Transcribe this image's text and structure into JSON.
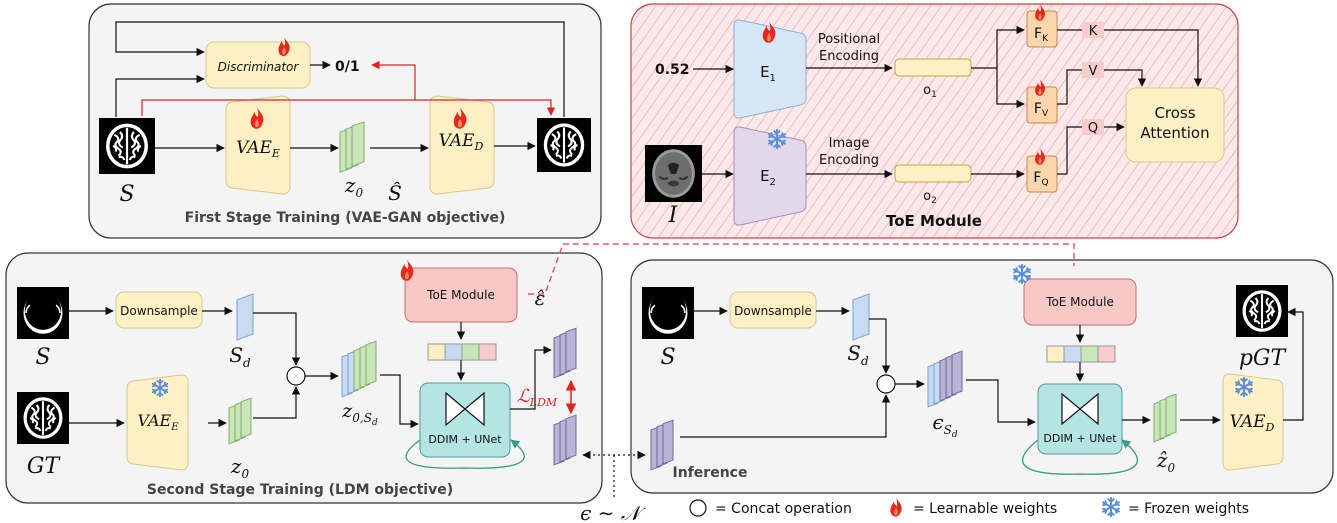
{
  "panels": {
    "first_stage": {
      "caption": "First Stage Training (VAE-GAN objective)",
      "discriminator": "Discriminator",
      "output": "0/1",
      "vae_enc": [
        "VAE",
        "E"
      ],
      "vae_dec": [
        "VAE",
        "D"
      ],
      "input": "S",
      "latent": [
        "z",
        "0"
      ],
      "recon": "Ŝ"
    },
    "toe": {
      "caption": "ToE Module",
      "scalar_input": "0.52",
      "image_input": "I",
      "e1": [
        "E",
        "1"
      ],
      "e2": [
        "E",
        "2"
      ],
      "pos_enc": [
        "Positional",
        "Encoding"
      ],
      "img_enc": [
        "Image",
        "Encoding"
      ],
      "o1": [
        "o",
        "1"
      ],
      "o2": [
        "o",
        "2"
      ],
      "fk": [
        "F",
        "K"
      ],
      "fv": [
        "F",
        "V"
      ],
      "fq": [
        "F",
        "Q"
      ],
      "k": "K",
      "v": "V",
      "q": "Q",
      "cross": [
        "Cross",
        "Attention"
      ]
    },
    "second_stage": {
      "caption": "Second Stage Training (LDM objective)",
      "downsample": "Downsample",
      "toe_module": "ToE Module",
      "unet": "DDIM + UNet",
      "s": "S",
      "sd": [
        "S",
        "d"
      ],
      "gt": "GT",
      "vae_enc": [
        "VAE",
        "E"
      ],
      "z0": [
        "z",
        "0"
      ],
      "z0sd": [
        "z",
        "0,S",
        "d"
      ],
      "eps_hat": "ε̂",
      "loss": [
        "ℒ",
        "LDM"
      ]
    },
    "inference": {
      "caption": "Inference",
      "downsample": "Downsample",
      "toe_module": "ToE Module",
      "unet": "DDIM + UNet",
      "s": "S",
      "sd": [
        "S",
        "d"
      ],
      "eps_sd": [
        "ϵ",
        "S",
        "d"
      ],
      "z0hat": [
        "ẑ",
        "0"
      ],
      "vae_dec": [
        "VAE",
        "D"
      ],
      "pgt": "pGT"
    }
  },
  "noise_label": "ϵ ∼ 𝒩",
  "legend": {
    "concat": "= Concat operation",
    "learnable": "= Learnable weights",
    "frozen": "= Frozen weights"
  },
  "colors": {
    "panel_bg": "#f4f4f4",
    "toe_bg": "#fbe6e6",
    "toe_border": "#c9463d",
    "vae": "#fdf0c4",
    "encoder_blue": "#d6e6f6",
    "encoder_purple": "#e3d7ea",
    "latent_green": "#c9e6b8",
    "latent_blue": "#c7dbf3",
    "latent_purple": "#b9b3d6",
    "toe_box": "#f7c8c5",
    "unet": "#b5e5e3",
    "f_box": "#fbd6ad",
    "small_tag": "#f8cccc",
    "arrow_red": "#e02222",
    "flame": "#e8281a",
    "snow": "#5a8fdc"
  }
}
